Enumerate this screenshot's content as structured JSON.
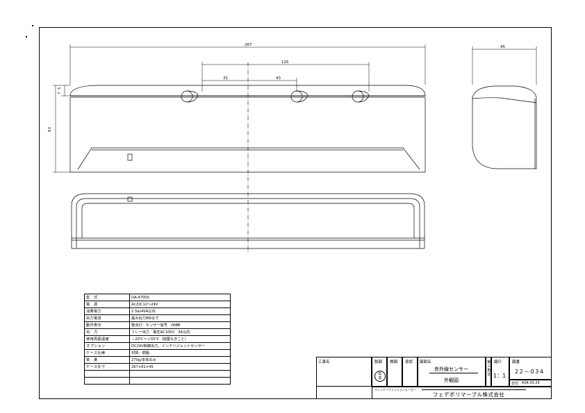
{
  "drawing": {
    "dimensions": {
      "overall_width": "267",
      "hole_span": "125",
      "offset_left": "31",
      "offset_mid": "43",
      "height": "63",
      "top_small": "5",
      "top_small2": "7",
      "side_depth": "45"
    }
  },
  "spec_table": {
    "rows": [
      {
        "label": "型　式",
        "value": "OA-4700S"
      },
      {
        "label": "電　源",
        "value": "AC/DC12～24V"
      },
      {
        "label": "消費電力",
        "value": "2.5w/4VA以内"
      },
      {
        "label": "出力電流",
        "value": "最大出力8Wまで"
      },
      {
        "label": "動作表示",
        "value": "橙点灯：センサー信号　ON時"
      },
      {
        "label": "出　力",
        "value": "リレー出力　電圧AC100V　3A以内"
      },
      {
        "label": "使用周囲温度",
        "value": "－20℃～＋55℃（結露なきこと）"
      },
      {
        "label": "オプション",
        "value": "DC24V制御出力、インテリジェントセンサー"
      },
      {
        "label": "ケース仕様",
        "value": "材質：樹脂"
      },
      {
        "label": "質　量",
        "value": "270g/本体のみ"
      },
      {
        "label": "ケース外寸",
        "value": "267×61×45"
      },
      {
        "label": "",
        "value": ""
      },
      {
        "label": "",
        "value": ""
      }
    ]
  },
  "title_block": {
    "project_label": "工事名",
    "col_design": "製図",
    "col_check": "検図",
    "col_approve": "承認",
    "drawing_name_label": "図面名",
    "product_name": "赤外線センサー",
    "view_name": "外観図",
    "stamp_top": "松",
    "stamp_bottom": "本",
    "angle_label": "第三角法",
    "scale_label": "縮尺",
    "scale_value": "1：1",
    "drawing_no_label": "図番",
    "drawing_no": "22－034",
    "date_label": "日付",
    "date_value": "R04.05.24",
    "maker_label": "ウィンドーファッションメーカー",
    "company": "フェデポリマーブル株式会社"
  }
}
